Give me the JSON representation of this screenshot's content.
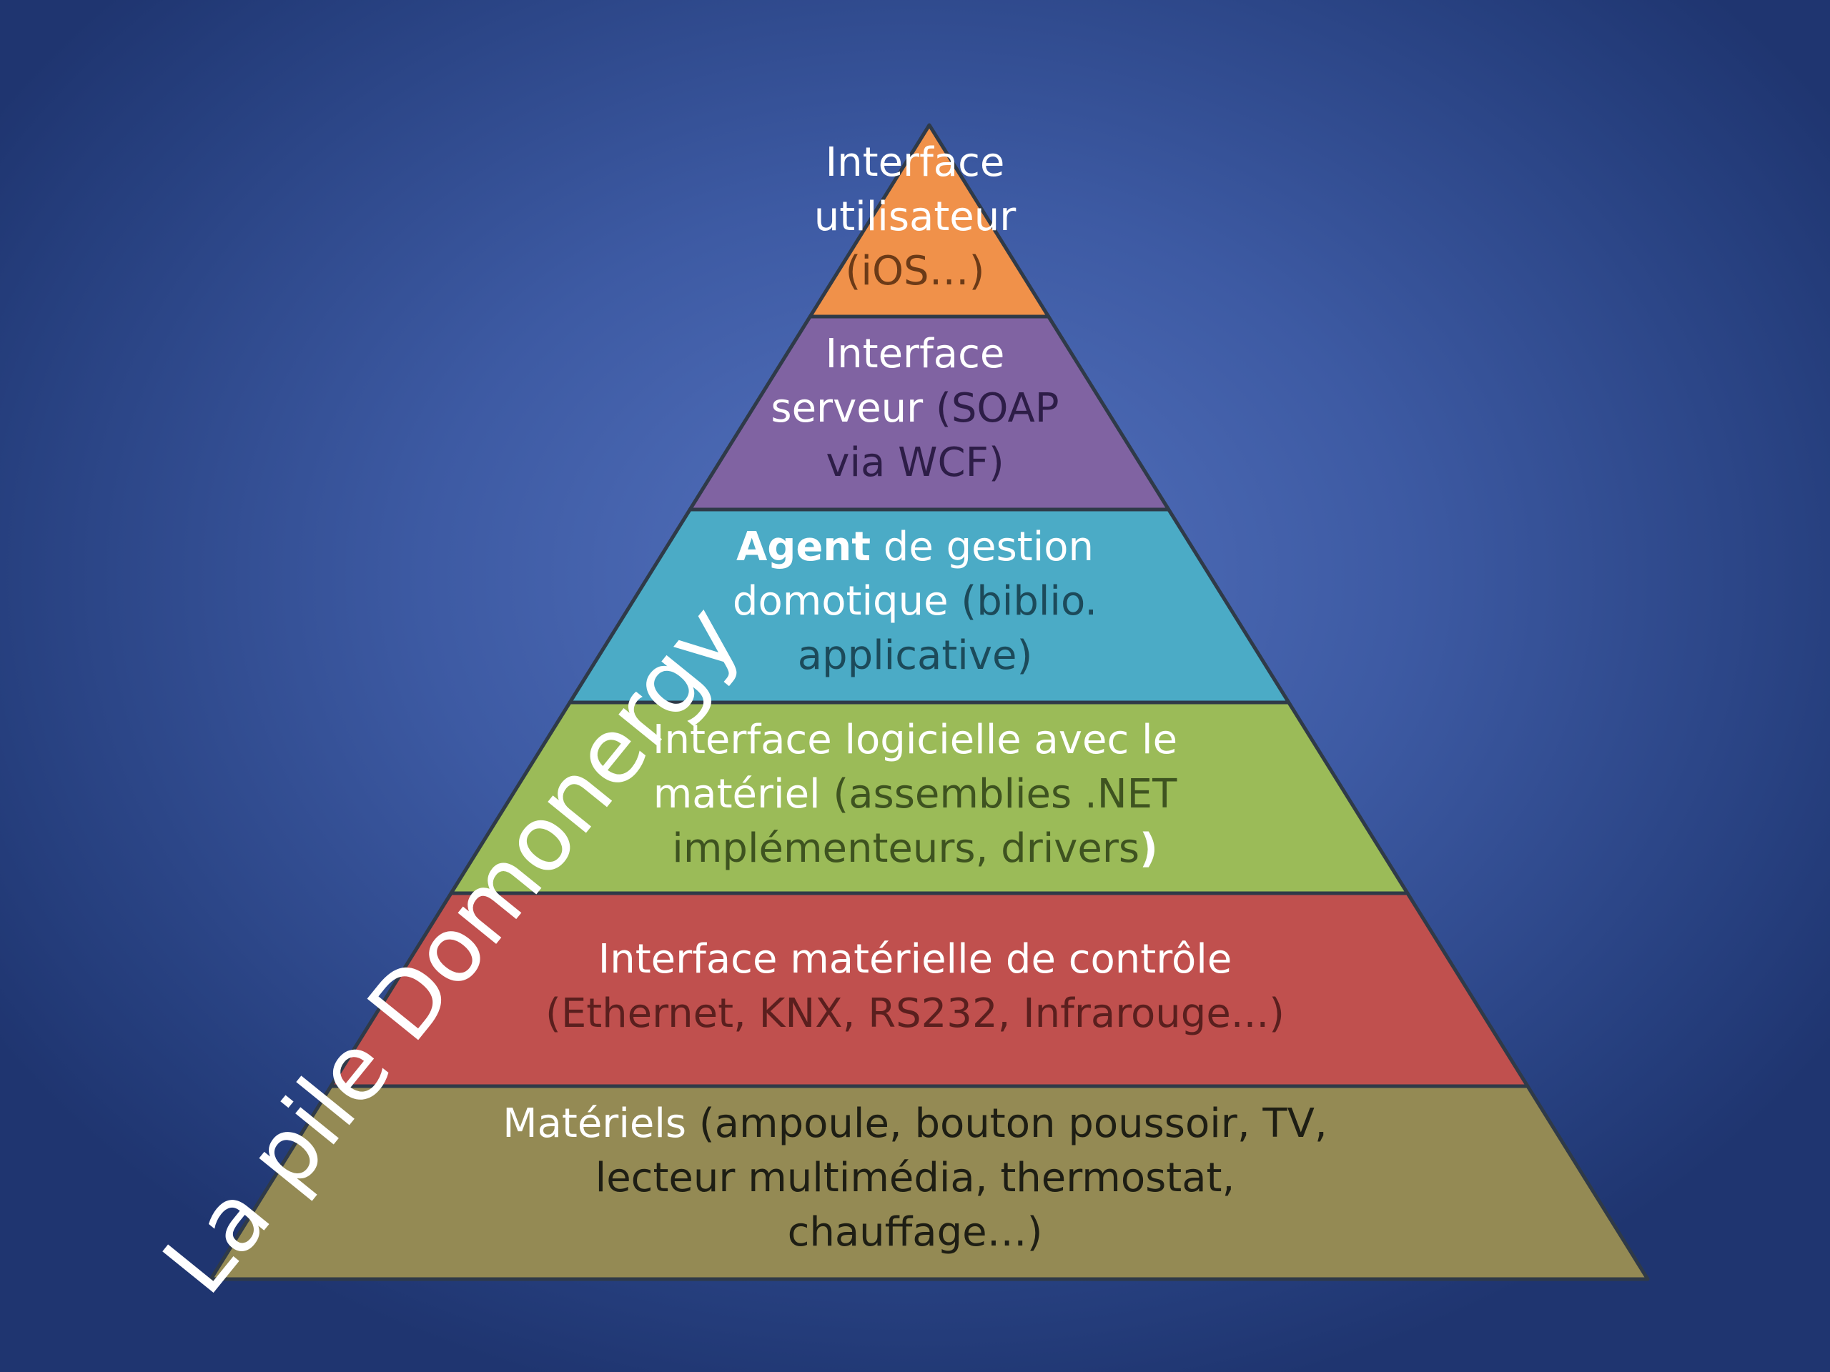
{
  "slide": {
    "title": "La pile Domonergy",
    "background_color": "#3d5aa3"
  },
  "layers": [
    {
      "name": "user-interface",
      "color": "#f0914a",
      "lines": [
        [
          {
            "text": "Interface",
            "style": "main"
          }
        ],
        [
          {
            "text": "utilisateur",
            "style": "main"
          }
        ],
        [
          {
            "text": "(iOS…)",
            "style": "sub"
          }
        ]
      ]
    },
    {
      "name": "server-interface",
      "color": "#8063a2",
      "lines": [
        [
          {
            "text": "Interface",
            "style": "main"
          }
        ],
        [
          {
            "text": "serveur ",
            "style": "main"
          },
          {
            "text": "(SOAP",
            "style": "sub"
          }
        ],
        [
          {
            "text": "via WCF)",
            "style": "sub"
          }
        ]
      ]
    },
    {
      "name": "agent",
      "color": "#4babc6",
      "lines": [
        [
          {
            "text": "Agent",
            "style": "bold"
          },
          {
            "text": " de gestion",
            "style": "main"
          }
        ],
        [
          {
            "text": "domotique ",
            "style": "main"
          },
          {
            "text": "(biblio.",
            "style": "sub"
          }
        ],
        [
          {
            "text": "applicative)",
            "style": "sub"
          }
        ]
      ]
    },
    {
      "name": "software-hardware-interface",
      "color": "#9bbb58",
      "lines": [
        [
          {
            "text": "Interface logicielle avec le",
            "style": "main"
          }
        ],
        [
          {
            "text": "matériel ",
            "style": "main"
          },
          {
            "text": "(assemblies .NET",
            "style": "sub"
          }
        ],
        [
          {
            "text": "implémenteurs, drivers",
            "style": "sub"
          },
          {
            "text": ")",
            "style": "bold"
          }
        ]
      ]
    },
    {
      "name": "hardware-control-interface",
      "color": "#c0504e",
      "lines": [
        [
          {
            "text": "Interface matérielle de contrôle",
            "style": "main"
          }
        ],
        [
          {
            "text": "(Ethernet, KNX, RS232, Infrarouge...)",
            "style": "sub"
          }
        ]
      ]
    },
    {
      "name": "hardware",
      "color": "#948a54",
      "lines": [
        [
          {
            "text": "Matériels ",
            "style": "main"
          },
          {
            "text": "(ampoule, bouton poussoir, TV,",
            "style": "dark"
          }
        ],
        [
          {
            "text": "lecteur multimédia, thermostat,",
            "style": "dark"
          }
        ],
        [
          {
            "text": "chauffage…)",
            "style": "dark"
          }
        ]
      ]
    }
  ],
  "text_colors": {
    "main": "#ffffff",
    "bold": "#ffffff",
    "sub_by_layer": {
      "user-interface": "#6b3a17",
      "server-interface": "#2d1d47",
      "agent": "#1c4a5a",
      "software-hardware-interface": "#3e5320",
      "hardware-control-interface": "#5a1f1e",
      "hardware": "#1e1e14"
    }
  }
}
